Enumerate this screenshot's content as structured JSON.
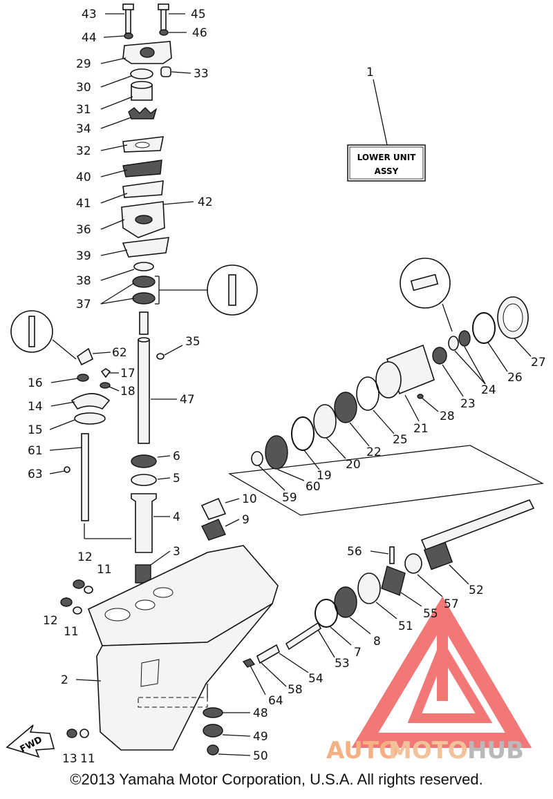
{
  "diagram": {
    "assembly_label": [
      "LOWER UNIT",
      "ASSY"
    ],
    "assembly_number": "1",
    "direction_label": "FWD",
    "callouts": {
      "c43": "43",
      "c45": "45",
      "c44": "44",
      "c46": "46",
      "c29": "29",
      "c33": "33",
      "c30": "30",
      "c31": "31",
      "c34": "34",
      "c32": "32",
      "c40": "40",
      "c41": "41",
      "c42": "42",
      "c36": "36",
      "c39": "39",
      "c38": "38",
      "c37": "37",
      "c35": "35",
      "c62": "62",
      "c16": "16",
      "c17": "17",
      "c18": "18",
      "c14": "14",
      "c15": "15",
      "c47": "47",
      "c61": "61",
      "c63": "63",
      "c6": "6",
      "c5": "5",
      "c4": "4",
      "c10": "10",
      "c9": "9",
      "c3": "3",
      "c12a": "12",
      "c11a": "11",
      "c12b": "12",
      "c11b": "11",
      "c2": "2",
      "c13": "13",
      "c11c": "11",
      "c27": "27",
      "c26": "26",
      "c24": "24",
      "c23": "23",
      "c28": "28",
      "c21": "21",
      "c25": "25",
      "c22": "22",
      "c20": "20",
      "c19": "19",
      "c60": "60",
      "c59": "59",
      "c56": "56",
      "c52": "52",
      "c57": "57",
      "c55": "55",
      "c51": "51",
      "c8": "8",
      "c7": "7",
      "c53": "53",
      "c54": "54",
      "c58": "58",
      "c64": "64",
      "c48": "48",
      "c49": "49",
      "c50": "50"
    }
  },
  "watermark": {
    "text_a": "AUTO",
    "text_b": "MOTO",
    "text_c": "HUB",
    "color_a": "#f5b183",
    "color_b": "#f2c39a",
    "color_c": "#b9b9b9",
    "logo_color": "#ee4c4c"
  },
  "footer": {
    "copyright": "©2013 Yamaha Motor Corporation, U.S.A. All rights reserved."
  }
}
